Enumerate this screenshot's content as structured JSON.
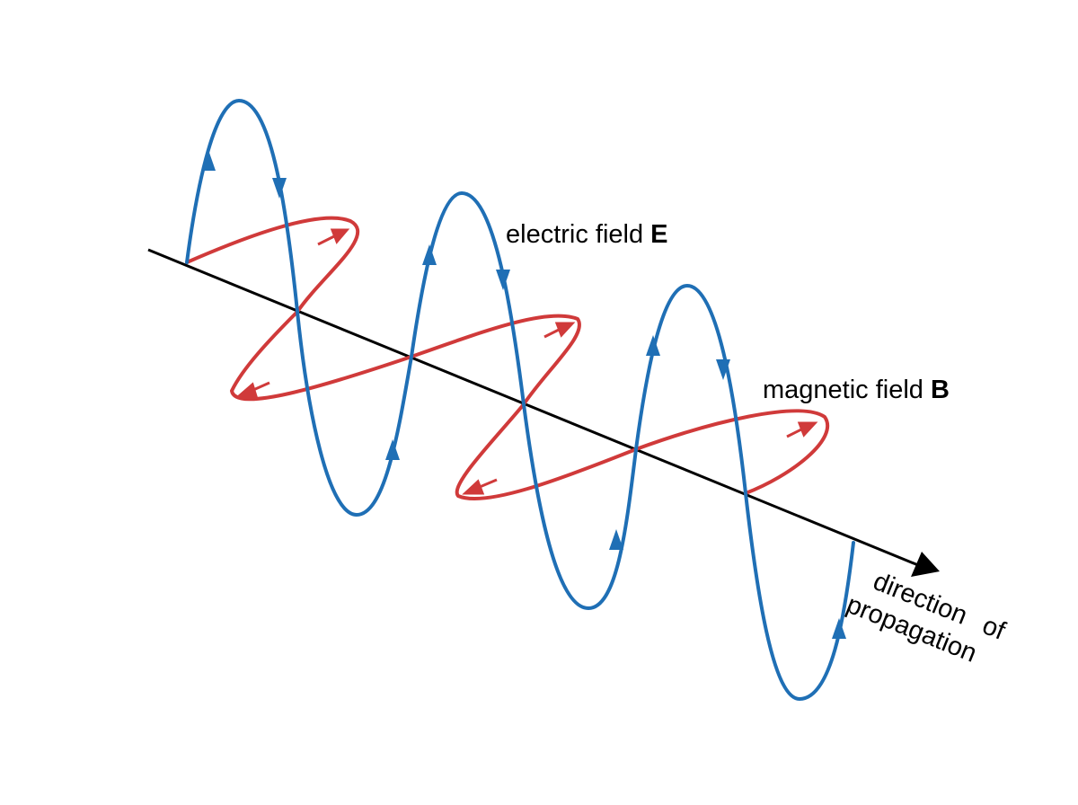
{
  "labels": {
    "electric_text": "electric field ",
    "electric_symbol": "E",
    "magnetic_text": "magnetic field ",
    "magnetic_symbol": "B",
    "direction_line1": "direction",
    "direction_line2": "of",
    "direction_line3": "propagation"
  },
  "colors": {
    "electric": "#1f6fb5",
    "magnetic": "#d03a3a",
    "axis": "#000000",
    "background": "#ffffff"
  }
}
